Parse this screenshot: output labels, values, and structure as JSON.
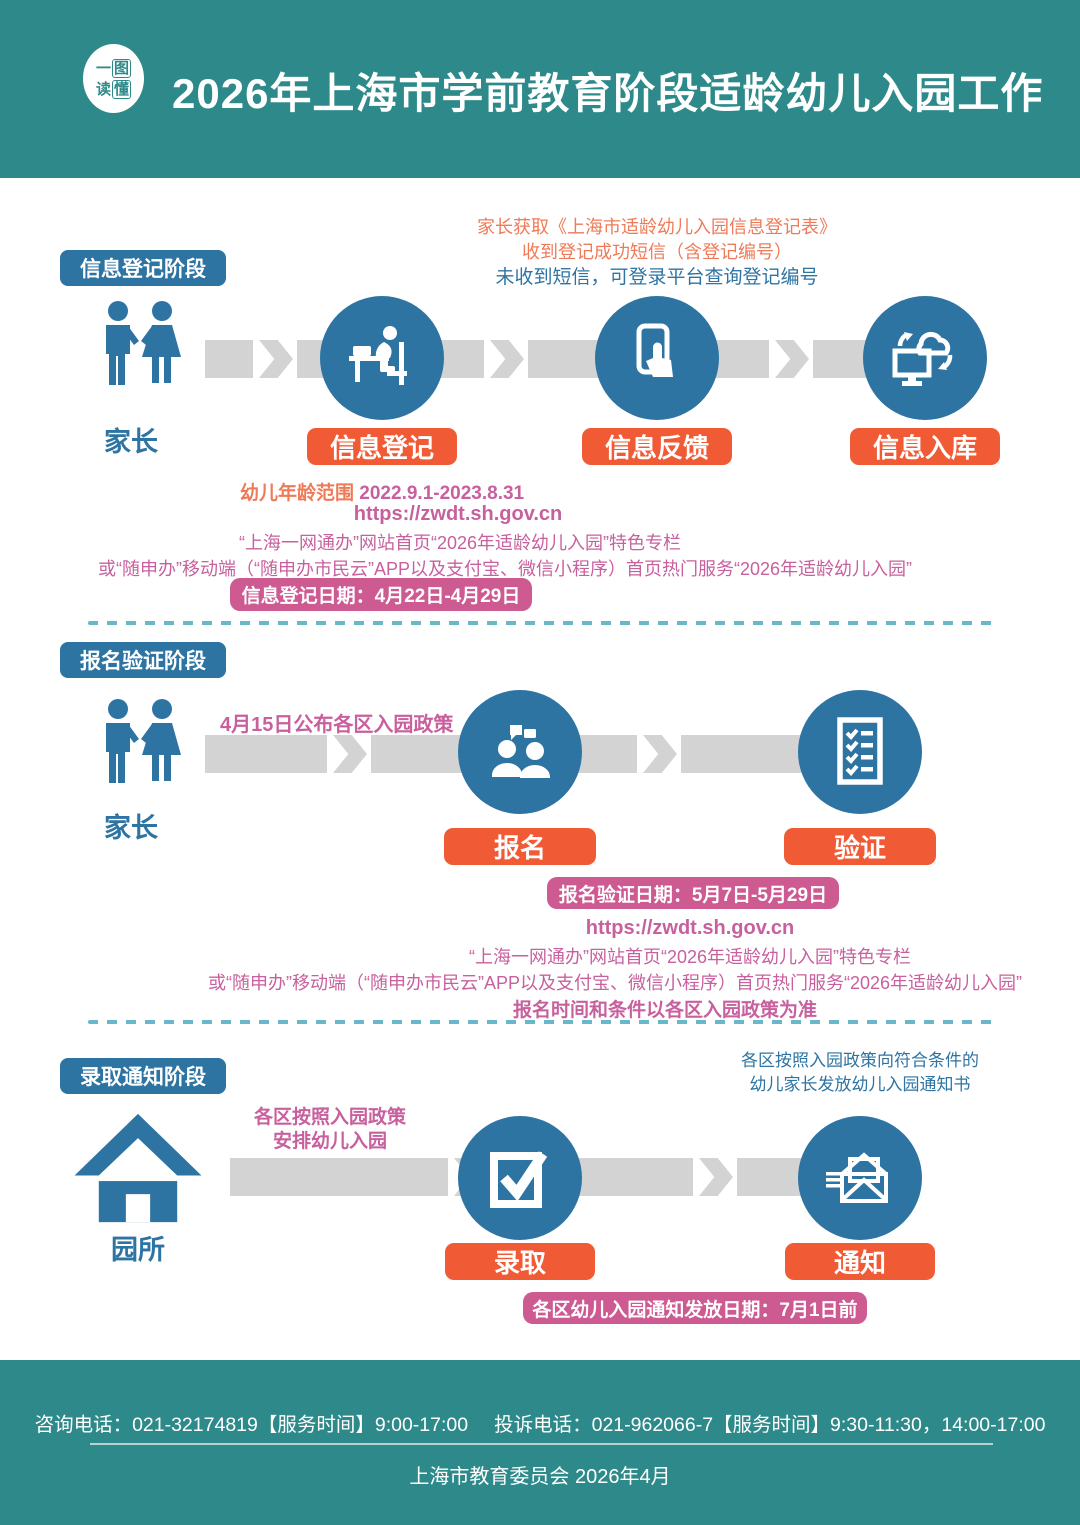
{
  "header": {
    "badge_chars": [
      "一",
      "图",
      "读",
      "懂"
    ],
    "title": "2026年上海市学前教育阶段适龄幼儿入园工作"
  },
  "colors": {
    "teal": "#2e8a8a",
    "blue": "#2e74a3",
    "orange": "#f05a35",
    "pink_badge": "#ce5a92",
    "pink_text": "#c8609e",
    "orange_text": "#ef7a58",
    "gray_arrow": "#d3d3d3",
    "dashed_divider": "#68b7cb"
  },
  "section1": {
    "stage": "信息登记阶段",
    "actor": "家长",
    "notes": [
      "家长获取《上海市适龄幼儿入园信息登记表》",
      "收到登记成功短信（含登记编号）",
      "未收到短信，可登录平台查询登记编号"
    ],
    "steps": [
      "信息登记",
      "信息反馈",
      "信息入库"
    ],
    "age_label": "幼儿年龄范围",
    "age_value": "2022.9.1-2023.8.31",
    "url": "https://zwdt.sh.gov.cn",
    "channel_web": "“上海一网通办”网站首页“2026年适龄幼儿入园”特色专栏",
    "channel_app": "或“随申办”移动端（“随申办市民云”APP以及支付宝、微信小程序）首页热门服务“2026年适龄幼儿入园”",
    "date_badge": "信息登记日期：4月22日-4月29日"
  },
  "section2": {
    "stage": "报名验证阶段",
    "actor": "家长",
    "note": "4月15日公布各区入园政策",
    "steps": [
      "报名",
      "验证"
    ],
    "date_badge": "报名验证日期：5月7日-5月29日",
    "url": "https://zwdt.sh.gov.cn",
    "channel_web": "“上海一网通办”网站首页“2026年适龄幼儿入园”特色专栏",
    "channel_app": "或“随申办”移动端（“随申办市民云”APP以及支付宝、微信小程序）首页热门服务“2026年适龄幼儿入园”",
    "note_bottom": "报名时间和条件以各区入园政策为准"
  },
  "section3": {
    "stage": "录取通知阶段",
    "actor": "园所",
    "note_left": [
      "各区按照入园政策",
      "安排幼儿入园"
    ],
    "note_right": [
      "各区按照入园政策向符合条件的",
      "幼儿家长发放幼儿入园通知书"
    ],
    "steps": [
      "录取",
      "通知"
    ],
    "date_badge": "各区幼儿入园通知发放日期：7月1日前"
  },
  "footer": {
    "contact": "咨询电话：021-32174819【服务时间】9:00-17:00",
    "complaint": "投诉电话：021-962066-7【服务时间】9:30-11:30，14:00-17:00",
    "org": "上海市教育委员会  2026年4月"
  }
}
